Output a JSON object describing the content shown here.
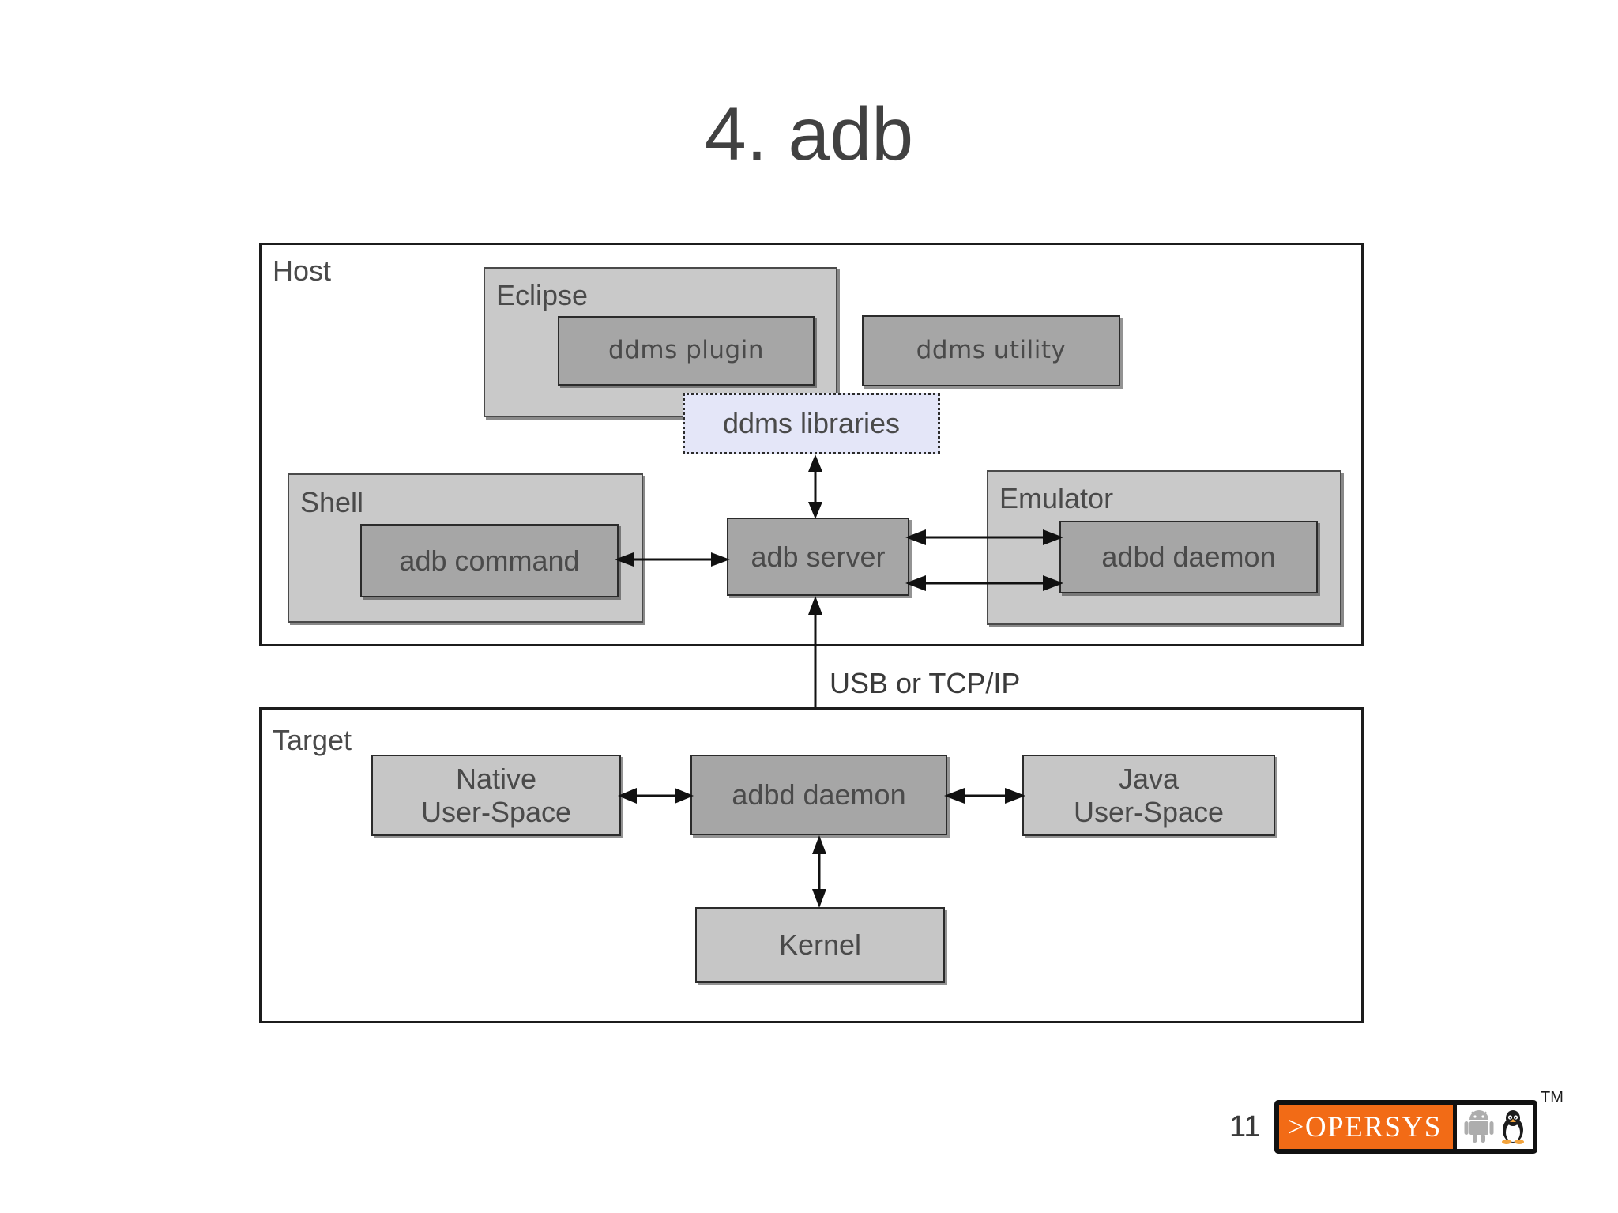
{
  "slide": {
    "title": "4. adb",
    "page_number": "11"
  },
  "host": {
    "label": "Host",
    "eclipse": {
      "label": "Eclipse",
      "ddms_plugin": "ddms plugin"
    },
    "ddms_utility": "ddms utility",
    "ddms_libraries": "ddms libraries",
    "shell": {
      "label": "Shell",
      "adb_command": "adb command"
    },
    "adb_server": "adb server",
    "emulator": {
      "label": "Emulator",
      "adbd_daemon": "adbd daemon"
    }
  },
  "link": {
    "host_to_target": "USB or TCP/IP"
  },
  "target": {
    "label": "Target",
    "native_user_space": "Native\nUser-Space",
    "native_user_space_line1": "Native",
    "native_user_space_line2": "User-Space",
    "adbd_daemon": "adbd daemon",
    "java_user_space_line1": "Java",
    "java_user_space_line2": "User-Space",
    "kernel": "Kernel"
  },
  "footer": {
    "logo_text": ">OPERSYS",
    "trademark": "TM",
    "icons": [
      "android-robot-icon",
      "linux-penguin-icon"
    ]
  },
  "colors": {
    "accent_orange": "#f26b16",
    "node_fill": "#a6a6a6",
    "group_fill": "#c9c9c9",
    "libraries_fill": "#e4e6f8",
    "text": "#4a4a4a",
    "outline": "#1c1c1c"
  }
}
